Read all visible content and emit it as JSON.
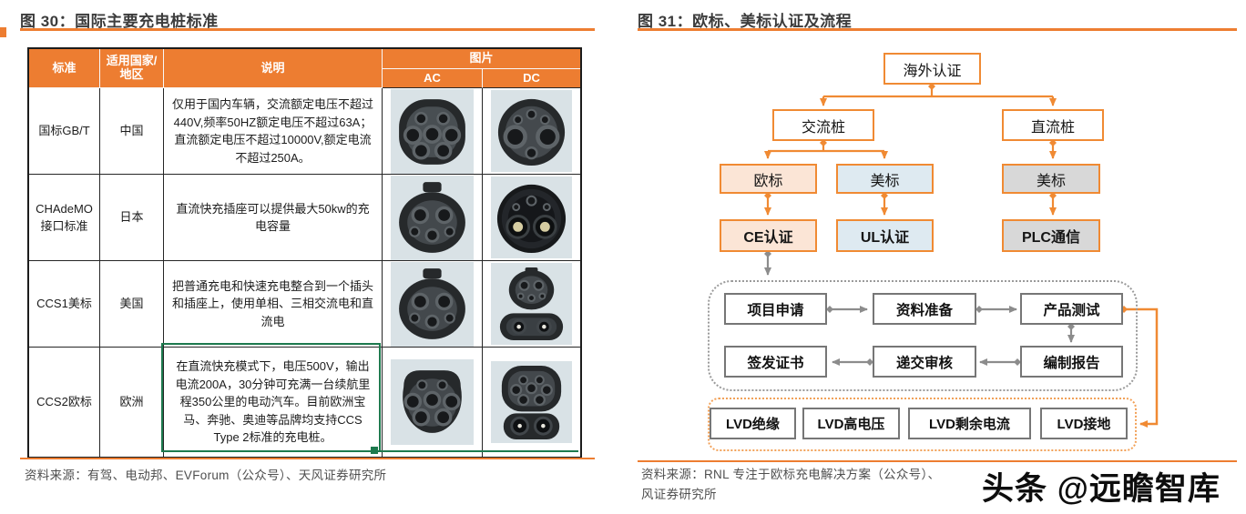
{
  "figure30": {
    "title": "图 30：国际主要充电桩标准",
    "table": {
      "headers": {
        "standard": "标准",
        "region": "适用国家/地区",
        "description": "说明",
        "picture": "图片",
        "ac": "AC",
        "dc": "DC"
      },
      "rows": [
        {
          "standard": "国标GB/T",
          "region": "中国",
          "description": "仅用于国内车辆，交流额定电压不超过440V,频率50HZ额定电压不超过63A；直流额定电压不超过10000V,额定电流不超过250A。",
          "ac_icon": "gbt-ac-connector",
          "dc_icon": "gbt-dc-connector"
        },
        {
          "standard": "CHAdeMO接口标准",
          "region": "日本",
          "description": "直流快充插座可以提供最大50kw的充电容量",
          "ac_icon": "j1772-connector",
          "dc_icon": "chademo-connector"
        },
        {
          "standard": "CCS1美标",
          "region": "美国",
          "description": "把普通充电和快速充电整合到一个插头和插座上，使用单相、三相交流电和直流电",
          "ac_icon": "j1772-connector",
          "dc_icon": "ccs1-connector"
        },
        {
          "standard": "CCS2欧标",
          "region": "欧洲",
          "description": "在直流快充模式下，电压500V，输出电流200A，30分钟可充满一台续航里程350公里的电动汽车。目前欧洲宝马、奔驰、奥迪等品牌均支持CCS Type 2标准的充电桩。",
          "ac_icon": "type2-connector",
          "dc_icon": "ccs2-connector"
        }
      ]
    },
    "source": "资料来源：有驾、电动邦、EVForum（公众号）、天风证券研究所"
  },
  "figure31": {
    "title": "图 31：欧标、美标认证及流程",
    "nodes": {
      "overseas_cert": "海外认证",
      "ac_pile": "交流桩",
      "dc_pile": "直流桩",
      "eu_standard": "欧标",
      "us_standard_ac": "美标",
      "us_standard_dc": "美标",
      "ce_cert": "CE认证",
      "ul_cert": "UL认证",
      "plc_comm": "PLC通信",
      "step_apply": "项目申请",
      "step_prepare": "资料准备",
      "step_test": "产品测试",
      "step_issue": "签发证书",
      "step_review": "递交审核",
      "step_report": "编制报告",
      "lvd_insulation": "LVD绝缘",
      "lvd_high_voltage": "LVD高电压",
      "lvd_residual_current": "LVD剩余电流",
      "lvd_grounding": "LVD接地"
    },
    "source_line1": "资料来源：RNL 专注于欧标充电解决方案（公众号）、",
    "source_line2": "风证券研究所"
  },
  "watermark": "头条 @远瞻智库",
  "colors": {
    "accent_orange": "#ED7D31",
    "flow_border_orange": "#F08A33",
    "peach_fill": "#FBE5D6",
    "blue_fill": "#DEEAF1",
    "gray_fill": "#D8D8D8",
    "annotation_green": "#1D7A4E"
  }
}
